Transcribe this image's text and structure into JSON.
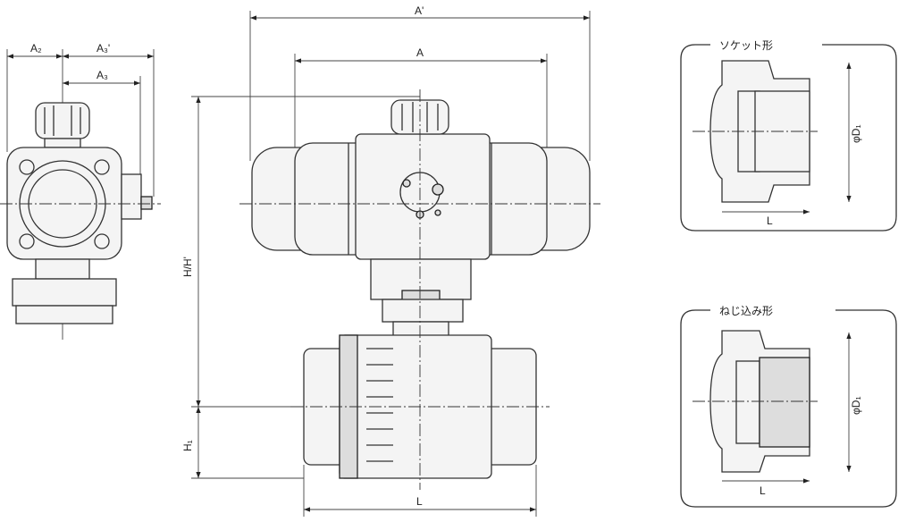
{
  "dimensions": {
    "a2": "A₂",
    "a3_prime": "A₃'",
    "a3": "A₃",
    "a_prime": "A'",
    "a": "A",
    "h_h_prime": "H/H'",
    "h1": "H₁",
    "l": "L"
  },
  "detail_socket": {
    "title": "ソケット形",
    "diameter": "φD₁",
    "length": "L"
  },
  "detail_threaded": {
    "title": "ねじ込み形",
    "diameter": "φD₁",
    "length": "L"
  }
}
